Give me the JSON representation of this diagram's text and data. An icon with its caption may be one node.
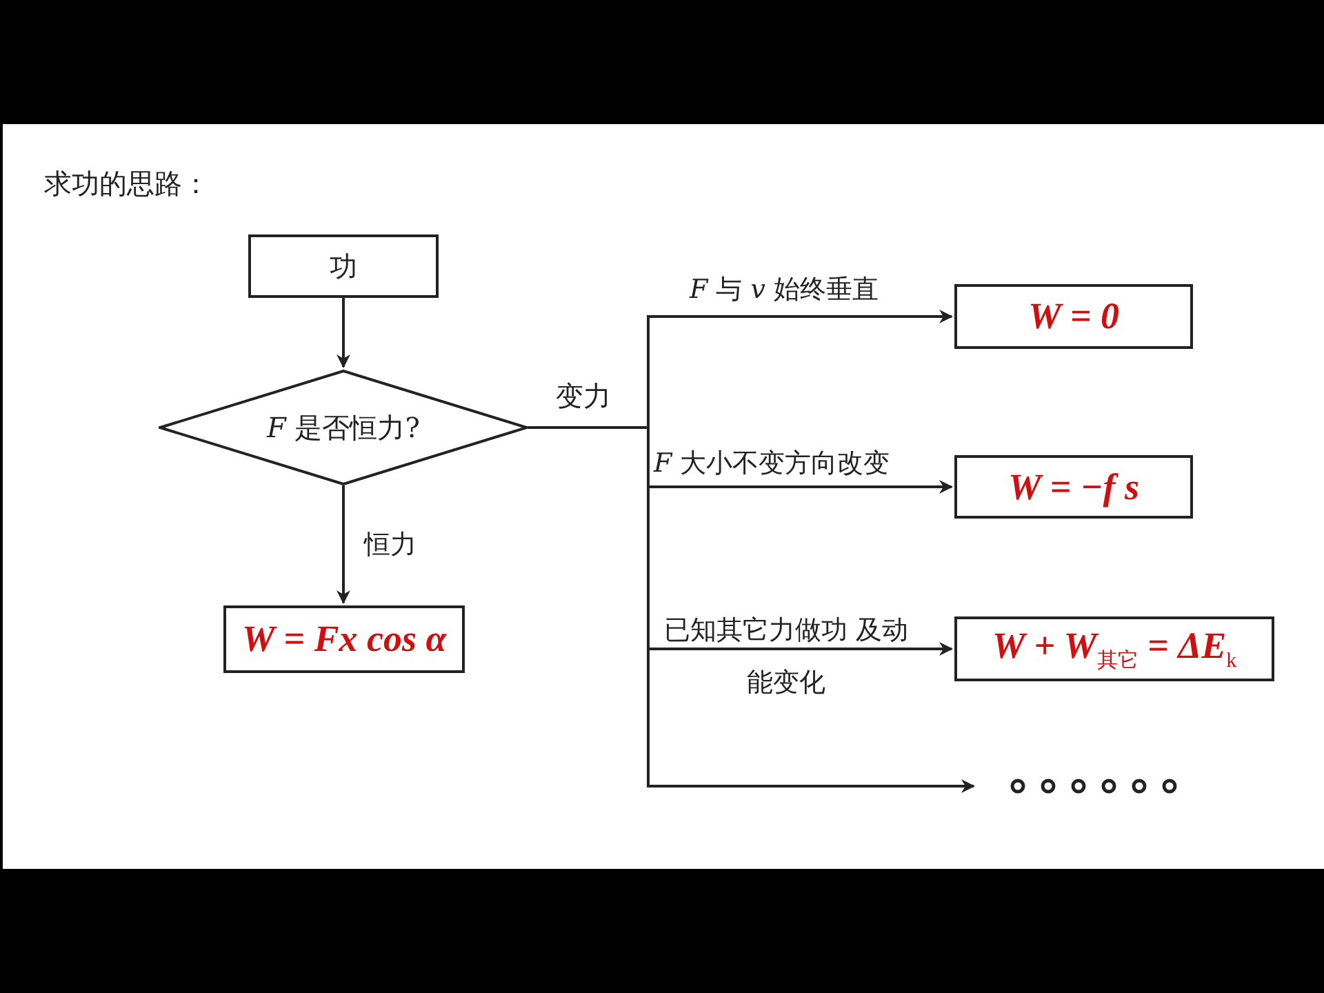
{
  "diagram": {
    "title": "求功的思路：",
    "nodes": [
      {
        "text": [
          "功"
        ]
      },
      {
        "text": [
          "*F* 是否恒力?"
        ]
      },
      {
        "text": [
          "W = Fx cos α"
        ]
      },
      {
        "text": [
          "W = 0"
        ]
      },
      {
        "text": [
          "W = −f s"
        ]
      },
      {
        "text": [
          "W + W$_{其它}$ = ΔE$_{k}$"
        ]
      },
      {
        "text": [],
        "shape": "circle"
      }
    ],
    "edges": [
      {
        "from": 0,
        "to": 1,
        "arrow": "to"
      },
      {
        "from": 1,
        "to": 2,
        "arrow": "to",
        "label": "恒力"
      },
      {
        "from": 1,
        "to": 3,
        "arrow": "to",
        "label": "*F* 与 *v* 始终垂直"
      },
      {
        "from": 1,
        "to": 4,
        "arrow": "to",
        "label": "*F* 大小不变方向改变"
      },
      {
        "from": 1,
        "to": 5,
        "arrow": "to",
        "label": "已知其它力做功 及动能变化"
      },
      {
        "from": 1,
        "to": 6,
        "arrow": "to"
      }
    ],
    "labels": [
      "变力"
    ]
  }
}
